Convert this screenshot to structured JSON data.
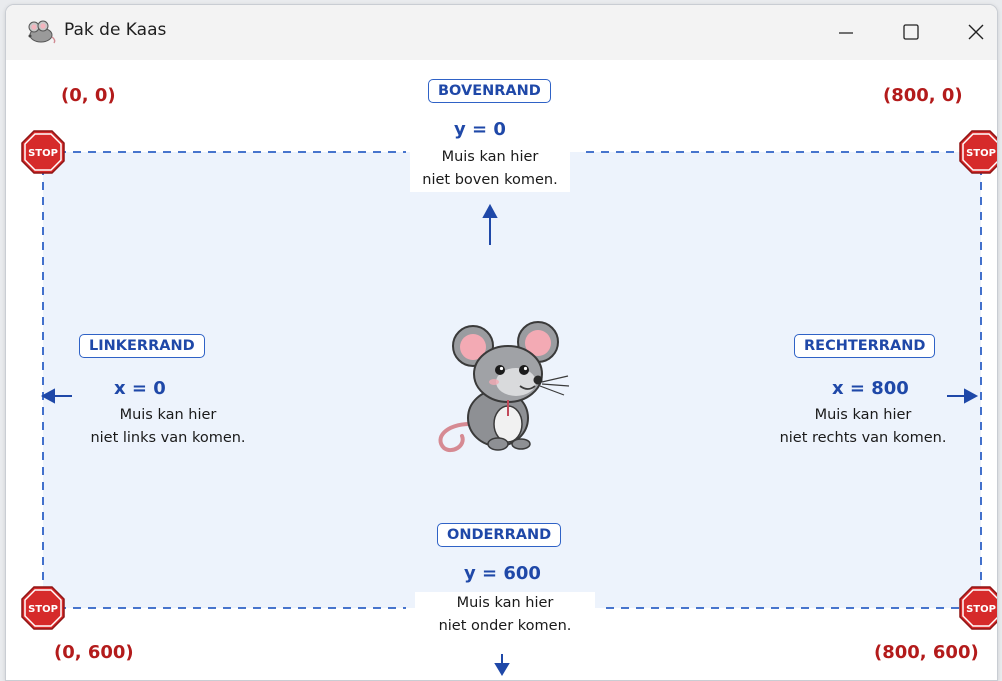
{
  "window": {
    "title": "Pak de Kaas",
    "icon": "mouse-icon",
    "controls": [
      "minimize-icon",
      "maximize-icon",
      "close-icon"
    ]
  },
  "corners": {
    "top_left": "(0, 0)",
    "top_right": "(800, 0)",
    "bottom_left": "(0, 600)",
    "bottom_right": "(800, 600)"
  },
  "stop_sign": {
    "text": "STOP",
    "color": "#d62a2a"
  },
  "edges": {
    "top": {
      "label": "BOVENRAND",
      "equation": "y = 0",
      "line1": "Muis kan hier",
      "line2": "niet boven komen."
    },
    "left": {
      "label": "LINKERRAND",
      "equation": "x = 0",
      "line1": "Muis kan hier",
      "line2": "niet links van komen."
    },
    "right": {
      "label": "RECHTERRAND",
      "equation": "x = 800",
      "line1": "Muis kan hier",
      "line2": "niet rechts van komen."
    },
    "bottom": {
      "label": "ONDERRAND",
      "equation": "y = 600",
      "line1": "Muis kan hier",
      "line2": "niet onder komen."
    }
  },
  "center": {
    "character": "mouse-illustration"
  },
  "colors": {
    "boundary": "#2f62c6",
    "coordinate": "#b31b1b",
    "label_text": "#1f48a8",
    "arena": "#edf3fc"
  }
}
